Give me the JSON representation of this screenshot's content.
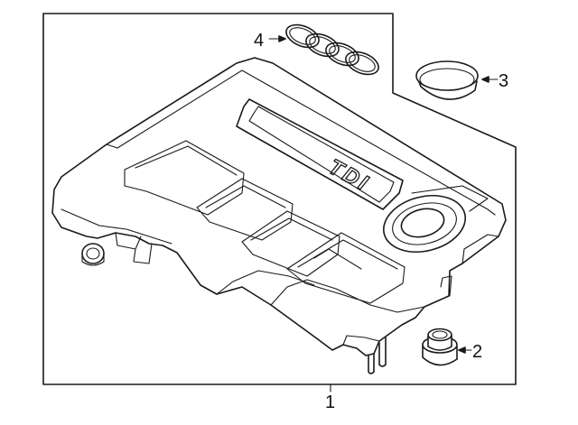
{
  "callouts": {
    "part_1": "1",
    "part_2": "2",
    "part_3": "3",
    "part_4": "4"
  },
  "cover_badge_text": "TDI",
  "logo": "four-rings-emblem",
  "colors": {
    "line": "#1a1a1a",
    "background": "#ffffff"
  }
}
